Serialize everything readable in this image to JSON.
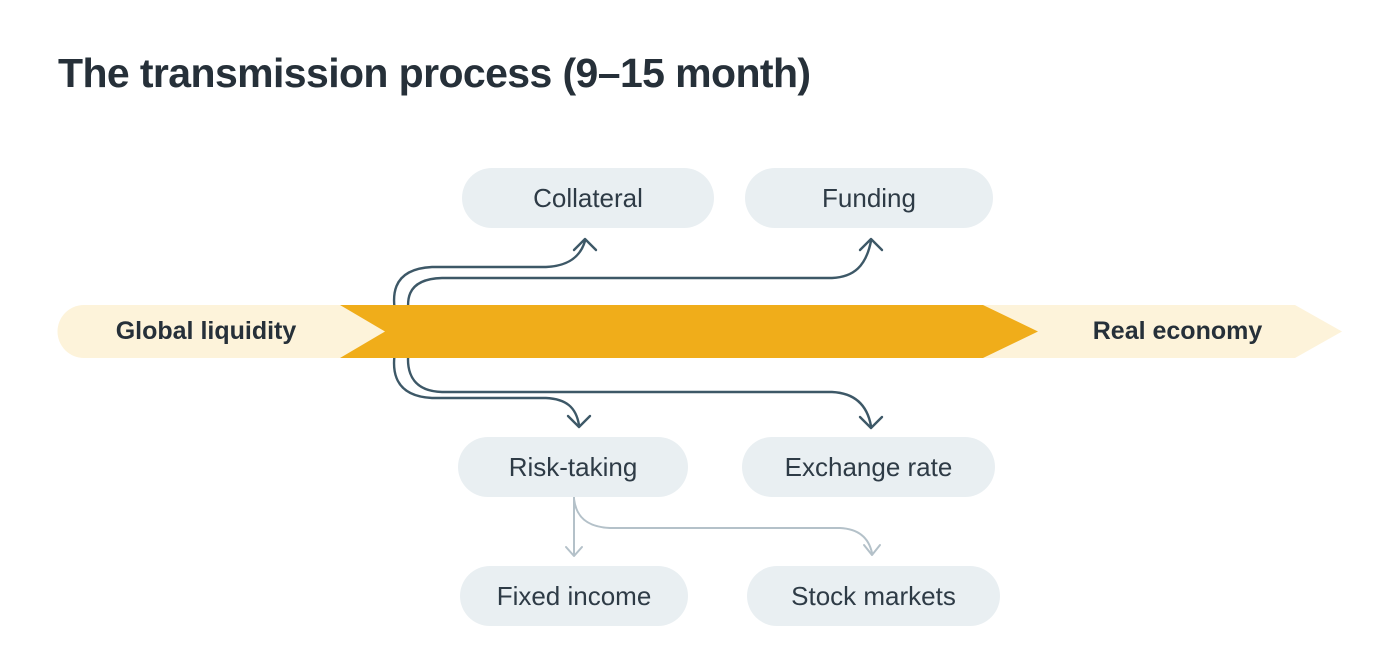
{
  "title": "The transmission process (9–15 month)",
  "band": {
    "source_label": "Global liquidity",
    "target_label": "Real economy"
  },
  "channels": {
    "collateral": "Collateral",
    "funding": "Funding",
    "risk_taking": "Risk-taking",
    "exchange_rate": "Exchange rate"
  },
  "markets": {
    "fixed_income": "Fixed income",
    "stock_markets": "Stock markets"
  },
  "colors": {
    "background": "#FFFFFF",
    "band_base": "#FDF3DA",
    "band_highlight": "#F0AD1A",
    "pill_background": "#E9EFF2",
    "heading_text": "#263039",
    "pill_text": "#2E3B46",
    "connector_dark": "#3D5867",
    "connector_light": "#B4C1C9"
  }
}
